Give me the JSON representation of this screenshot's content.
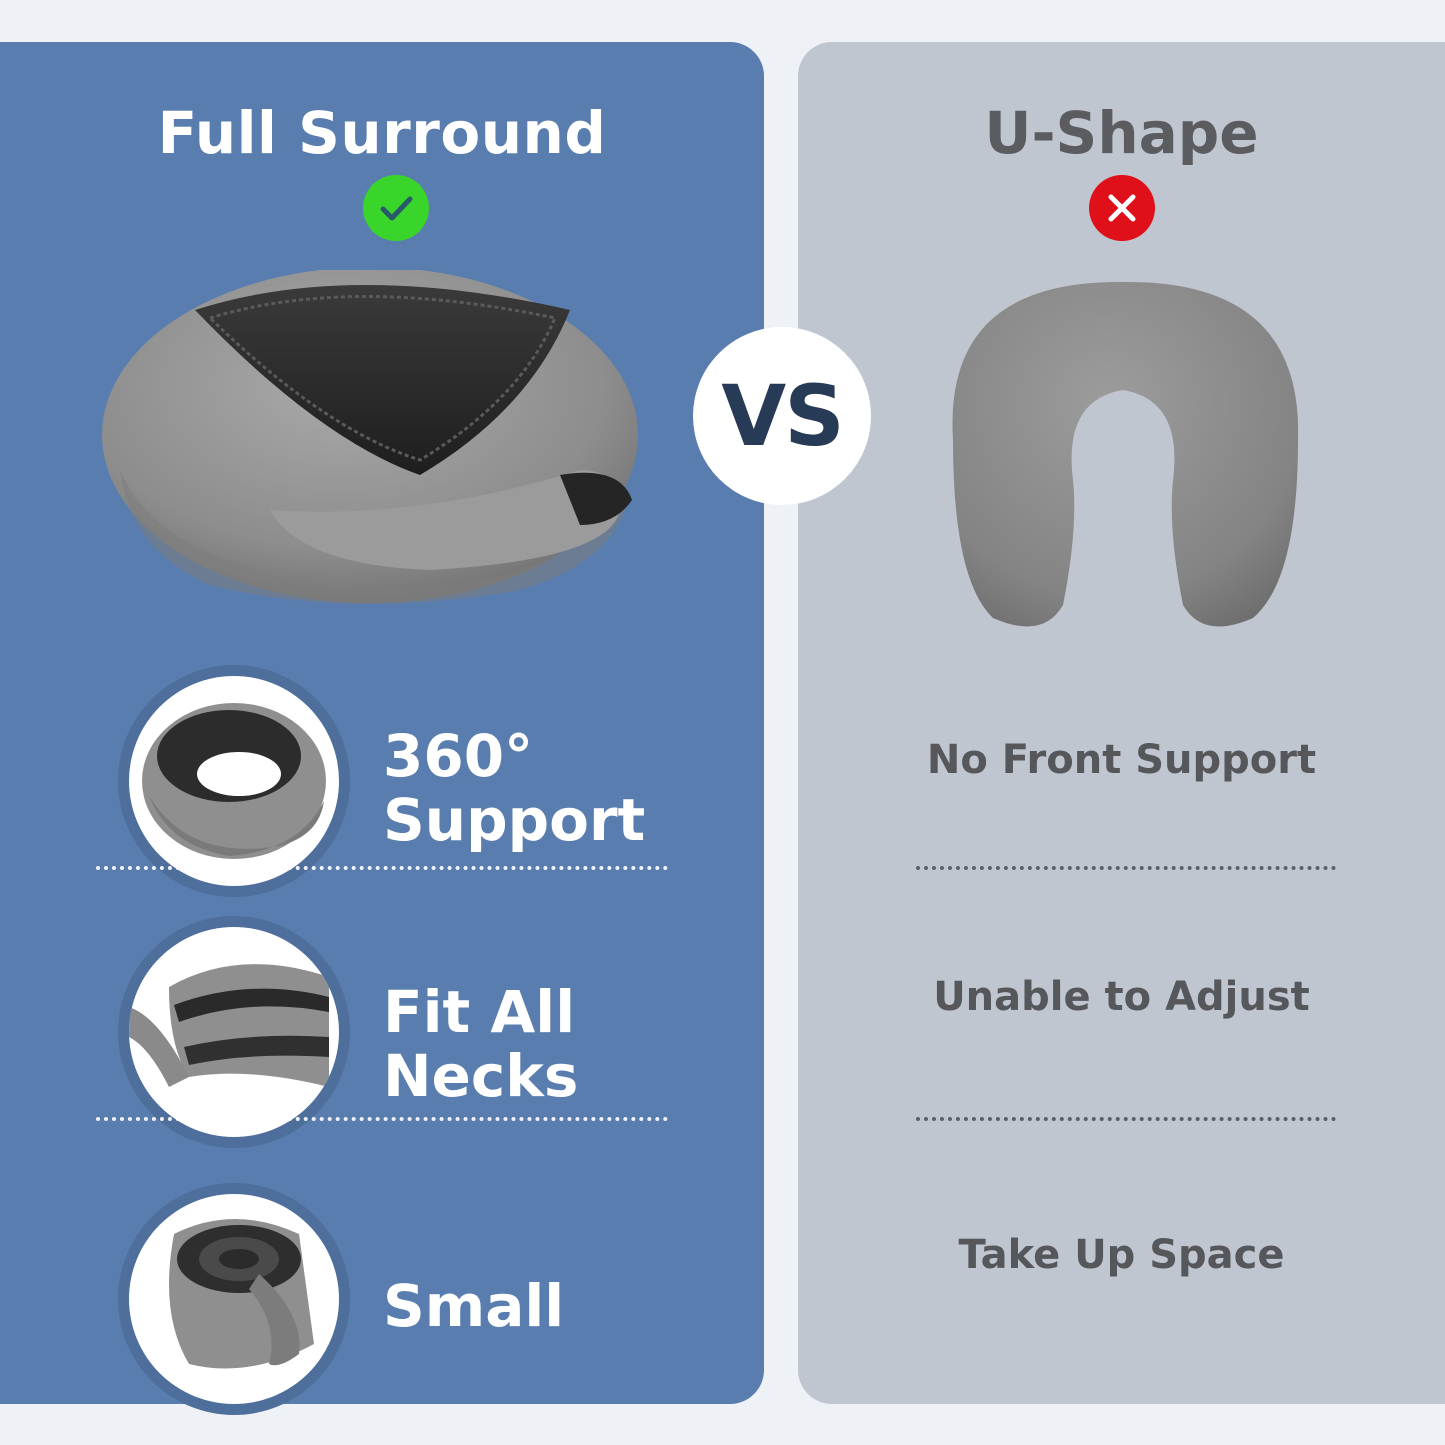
{
  "left_panel": {
    "title": "Full Surround",
    "status_icon": "green-check-icon",
    "features": [
      {
        "line1": "360°",
        "line2": "Support",
        "icon": "pillow-wrap-icon"
      },
      {
        "line1": "Fit All",
        "line2": "Necks",
        "icon": "pillow-adjust-icon"
      },
      {
        "line1": "Small",
        "line2": "",
        "icon": "pillow-rolled-icon"
      }
    ]
  },
  "right_panel": {
    "title": "U-Shape",
    "status_icon": "red-x-icon",
    "cons": [
      "No Front Support",
      "Unable to Adjust",
      "Take Up Space"
    ]
  },
  "vs_label": "VS",
  "colors": {
    "left_bg": "#587dae",
    "right_bg": "#c0c6cf",
    "check": "#39d52b",
    "cross": "#e0101b",
    "vs_text": "#283b56"
  }
}
